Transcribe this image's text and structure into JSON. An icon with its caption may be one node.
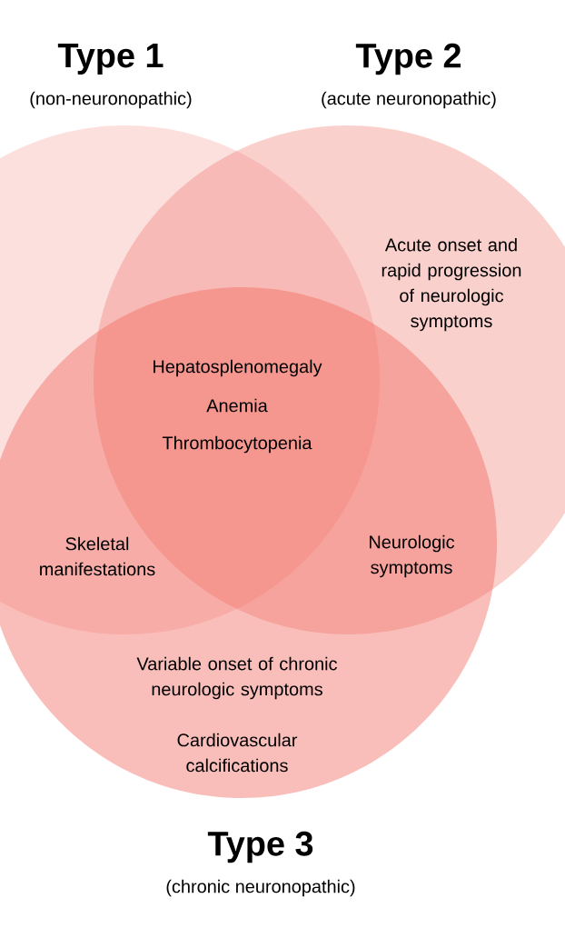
{
  "diagram": {
    "nodes": [
      {
        "text": [
          "Type 1",
          "(non-neuronopathic)"
        ]
      },
      {
        "text": [
          "Type 2",
          "(acute neuronopathic)",
          "Acute onset and rapid progression of neurologic symptoms"
        ]
      },
      {
        "text": [
          "Variable onset of chronic neurologic symptoms",
          "Cardiovascular calcifications",
          "Type 3",
          "(chronic neuronopathic)"
        ]
      }
    ],
    "labels": [
      "Hepatosplenomegaly",
      "Anemia",
      "Thrombocytopenia",
      "Skeletal manifestations",
      "Neurologic symptoms"
    ]
  }
}
